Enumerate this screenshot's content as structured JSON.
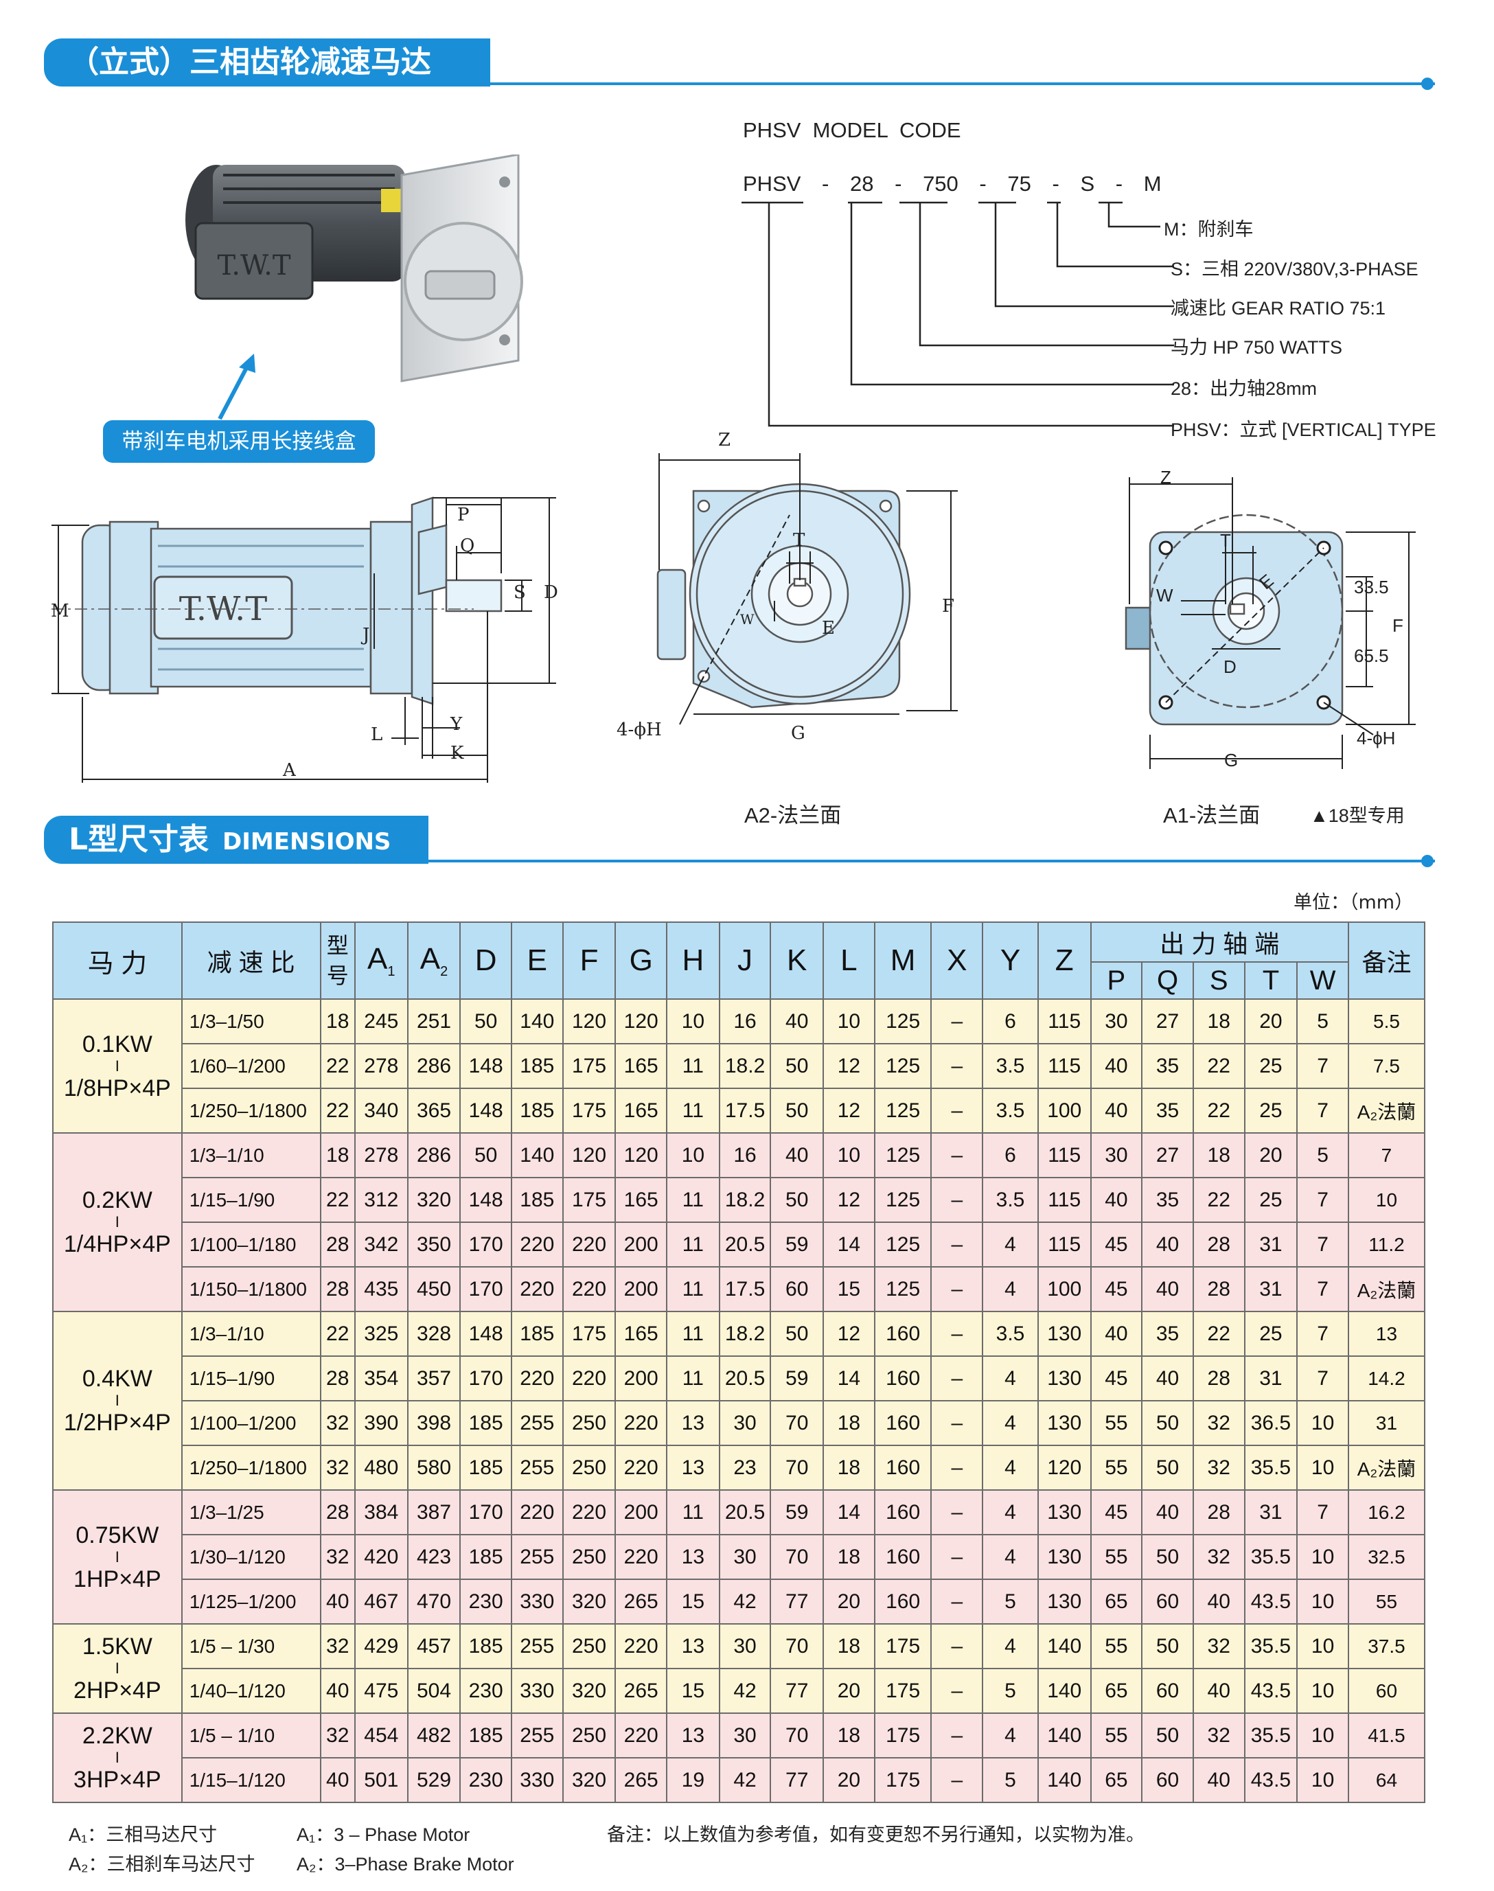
{
  "header1": {
    "title": "（立式）三相齿轮减速马达"
  },
  "photo": {
    "callout": "带刹车电机采用长接线盒",
    "nameplate": "T.W.T"
  },
  "model_code": {
    "heading": "PHSV  MODEL  CODE",
    "parts": [
      "PHSV",
      "-",
      "28",
      "-",
      "750",
      "-",
      "75",
      "-",
      "S",
      "-",
      "M"
    ],
    "descriptions": [
      "M：附刹车",
      "S：三相 220V/380V,3-PHASE",
      "减速比 GEAR RATIO 75:1",
      "马力  HP  750  WATTS",
      "28：出力轴28mm",
      "PHSV：立式 [VERTICAL]  TYPE"
    ]
  },
  "side_view": {
    "labels": {
      "M": "M",
      "A": "A",
      "P": "P",
      "Q": "Q",
      "S": "S",
      "D": "D",
      "J": "J",
      "L": "L",
      "Y": "Y",
      "K": "K"
    },
    "nameplate": "T.W.T"
  },
  "a2_view": {
    "labels": {
      "Z": "Z",
      "T": "T",
      "W": "W",
      "E": "E",
      "F": "F",
      "G": "G",
      "H": "4-ϕH"
    },
    "caption": "A2-法兰面"
  },
  "a1_view": {
    "labels": {
      "Z": "Z",
      "T": "T",
      "W": "W",
      "E": "E",
      "D": "D",
      "F": "F",
      "G": "G",
      "H": "4-ϕH",
      "d1": "33.5",
      "d2": "65.5"
    },
    "caption": "A1-法兰面",
    "note": "▲18型专用"
  },
  "header2": {
    "title": "L型尺寸表",
    "subtitle": "DIMENSIONS"
  },
  "unit": "单位：（mm）",
  "table": {
    "headers": {
      "power": "马 力",
      "ratio": "减 速 比",
      "model": "型号",
      "A1": "A",
      "A1sub": "1",
      "A2": "A",
      "A2sub": "2",
      "D": "D",
      "E": "E",
      "F": "F",
      "G": "G",
      "H": "H",
      "J": "J",
      "K": "K",
      "L": "L",
      "M": "M",
      "X": "X",
      "Y": "Y",
      "Z": "Z",
      "shaft": "出 力 轴 端",
      "P": "P",
      "Q": "Q",
      "S": "S",
      "T": "T",
      "W": "W",
      "note": "备注"
    },
    "groups": [
      {
        "power": [
          "0.1KW",
          "I",
          "1/8HP×4P"
        ],
        "rows": [
          [
            "1/3–1/50",
            "18",
            "245",
            "251",
            "50",
            "140",
            "120",
            "120",
            "10",
            "16",
            "40",
            "10",
            "125",
            "–",
            "6",
            "115",
            "30",
            "27",
            "18",
            "20",
            "5",
            "5.5"
          ],
          [
            "1/60–1/200",
            "22",
            "278",
            "286",
            "148",
            "185",
            "175",
            "165",
            "11",
            "18.2",
            "50",
            "12",
            "125",
            "–",
            "3.5",
            "115",
            "40",
            "35",
            "22",
            "25",
            "7",
            "7.5"
          ],
          [
            "1/250–1/1800",
            "22",
            "340",
            "365",
            "148",
            "185",
            "175",
            "165",
            "11",
            "17.5",
            "50",
            "12",
            "125",
            "–",
            "3.5",
            "100",
            "40",
            "35",
            "22",
            "25",
            "7",
            "A₂法蘭"
          ]
        ]
      },
      {
        "power": [
          "0.2KW",
          "I",
          "1/4HP×4P"
        ],
        "rows": [
          [
            "1/3–1/10",
            "18",
            "278",
            "286",
            "50",
            "140",
            "120",
            "120",
            "10",
            "16",
            "40",
            "10",
            "125",
            "–",
            "6",
            "115",
            "30",
            "27",
            "18",
            "20",
            "5",
            "7"
          ],
          [
            "1/15–1/90",
            "22",
            "312",
            "320",
            "148",
            "185",
            "175",
            "165",
            "11",
            "18.2",
            "50",
            "12",
            "125",
            "–",
            "3.5",
            "115",
            "40",
            "35",
            "22",
            "25",
            "7",
            "10"
          ],
          [
            "1/100–1/180",
            "28",
            "342",
            "350",
            "170",
            "220",
            "220",
            "200",
            "11",
            "20.5",
            "59",
            "14",
            "125",
            "–",
            "4",
            "115",
            "45",
            "40",
            "28",
            "31",
            "7",
            "11.2"
          ],
          [
            "1/150–1/1800",
            "28",
            "435",
            "450",
            "170",
            "220",
            "220",
            "200",
            "11",
            "17.5",
            "60",
            "15",
            "125",
            "–",
            "4",
            "100",
            "45",
            "40",
            "28",
            "31",
            "7",
            "A₂法蘭"
          ]
        ]
      },
      {
        "power": [
          "0.4KW",
          "I",
          "1/2HP×4P"
        ],
        "rows": [
          [
            "1/3–1/10",
            "22",
            "325",
            "328",
            "148",
            "185",
            "175",
            "165",
            "11",
            "18.2",
            "50",
            "12",
            "160",
            "–",
            "3.5",
            "130",
            "40",
            "35",
            "22",
            "25",
            "7",
            "13"
          ],
          [
            "1/15–1/90",
            "28",
            "354",
            "357",
            "170",
            "220",
            "220",
            "200",
            "11",
            "20.5",
            "59",
            "14",
            "160",
            "–",
            "4",
            "130",
            "45",
            "40",
            "28",
            "31",
            "7",
            "14.2"
          ],
          [
            "1/100–1/200",
            "32",
            "390",
            "398",
            "185",
            "255",
            "250",
            "220",
            "13",
            "30",
            "70",
            "18",
            "160",
            "–",
            "4",
            "130",
            "55",
            "50",
            "32",
            "36.5",
            "10",
            "31"
          ],
          [
            "1/250–1/1800",
            "32",
            "480",
            "580",
            "185",
            "255",
            "250",
            "220",
            "13",
            "23",
            "70",
            "18",
            "160",
            "–",
            "4",
            "120",
            "55",
            "50",
            "32",
            "35.5",
            "10",
            "A₂法蘭"
          ]
        ]
      },
      {
        "power": [
          "0.75KW",
          "I",
          "1HP×4P"
        ],
        "rows": [
          [
            "1/3–1/25",
            "28",
            "384",
            "387",
            "170",
            "220",
            "220",
            "200",
            "11",
            "20.5",
            "59",
            "14",
            "160",
            "–",
            "4",
            "130",
            "45",
            "40",
            "28",
            "31",
            "7",
            "16.2"
          ],
          [
            "1/30–1/120",
            "32",
            "420",
            "423",
            "185",
            "255",
            "250",
            "220",
            "13",
            "30",
            "70",
            "18",
            "160",
            "–",
            "4",
            "130",
            "55",
            "50",
            "32",
            "35.5",
            "10",
            "32.5"
          ],
          [
            "1/125–1/200",
            "40",
            "467",
            "470",
            "230",
            "330",
            "320",
            "265",
            "15",
            "42",
            "77",
            "20",
            "160",
            "–",
            "5",
            "130",
            "65",
            "60",
            "40",
            "43.5",
            "10",
            "55"
          ]
        ]
      },
      {
        "power": [
          "1.5KW",
          "I",
          "2HP×4P"
        ],
        "rows": [
          [
            "1/5 – 1/30",
            "32",
            "429",
            "457",
            "185",
            "255",
            "250",
            "220",
            "13",
            "30",
            "70",
            "18",
            "175",
            "–",
            "4",
            "140",
            "55",
            "50",
            "32",
            "35.5",
            "10",
            "37.5"
          ],
          [
            "1/40–1/120",
            "40",
            "475",
            "504",
            "230",
            "330",
            "320",
            "265",
            "15",
            "42",
            "77",
            "20",
            "175",
            "–",
            "5",
            "140",
            "65",
            "60",
            "40",
            "43.5",
            "10",
            "60"
          ]
        ]
      },
      {
        "power": [
          "2.2KW",
          "I",
          "3HP×4P"
        ],
        "rows": [
          [
            "1/5 – 1/10",
            "32",
            "454",
            "482",
            "185",
            "255",
            "250",
            "220",
            "13",
            "30",
            "70",
            "18",
            "175",
            "–",
            "4",
            "140",
            "55",
            "50",
            "32",
            "35.5",
            "10",
            "41.5"
          ],
          [
            "1/15–1/120",
            "40",
            "501",
            "529",
            "230",
            "330",
            "320",
            "265",
            "19",
            "42",
            "77",
            "20",
            "175",
            "–",
            "5",
            "140",
            "65",
            "60",
            "40",
            "43.5",
            "10",
            "64"
          ]
        ]
      }
    ]
  },
  "footnotes": {
    "a1_cn": "A₁：三相马达尺寸",
    "a1_en": "A₁：3 – Phase Motor",
    "a2_cn": "A₂：三相刹车马达尺寸",
    "a2_en": "A₂：3–Phase Brake Motor",
    "remark": "备注：以上数值为参考值，如有变更恕不另行通知，以实物为准。"
  },
  "colors": {
    "accent": "#1a8fd8",
    "header_fill": "#b9dff5",
    "row_yellow": "#fdf6d6",
    "row_pink": "#fbe2e2",
    "drawing_fill": "#c9e3f3"
  }
}
